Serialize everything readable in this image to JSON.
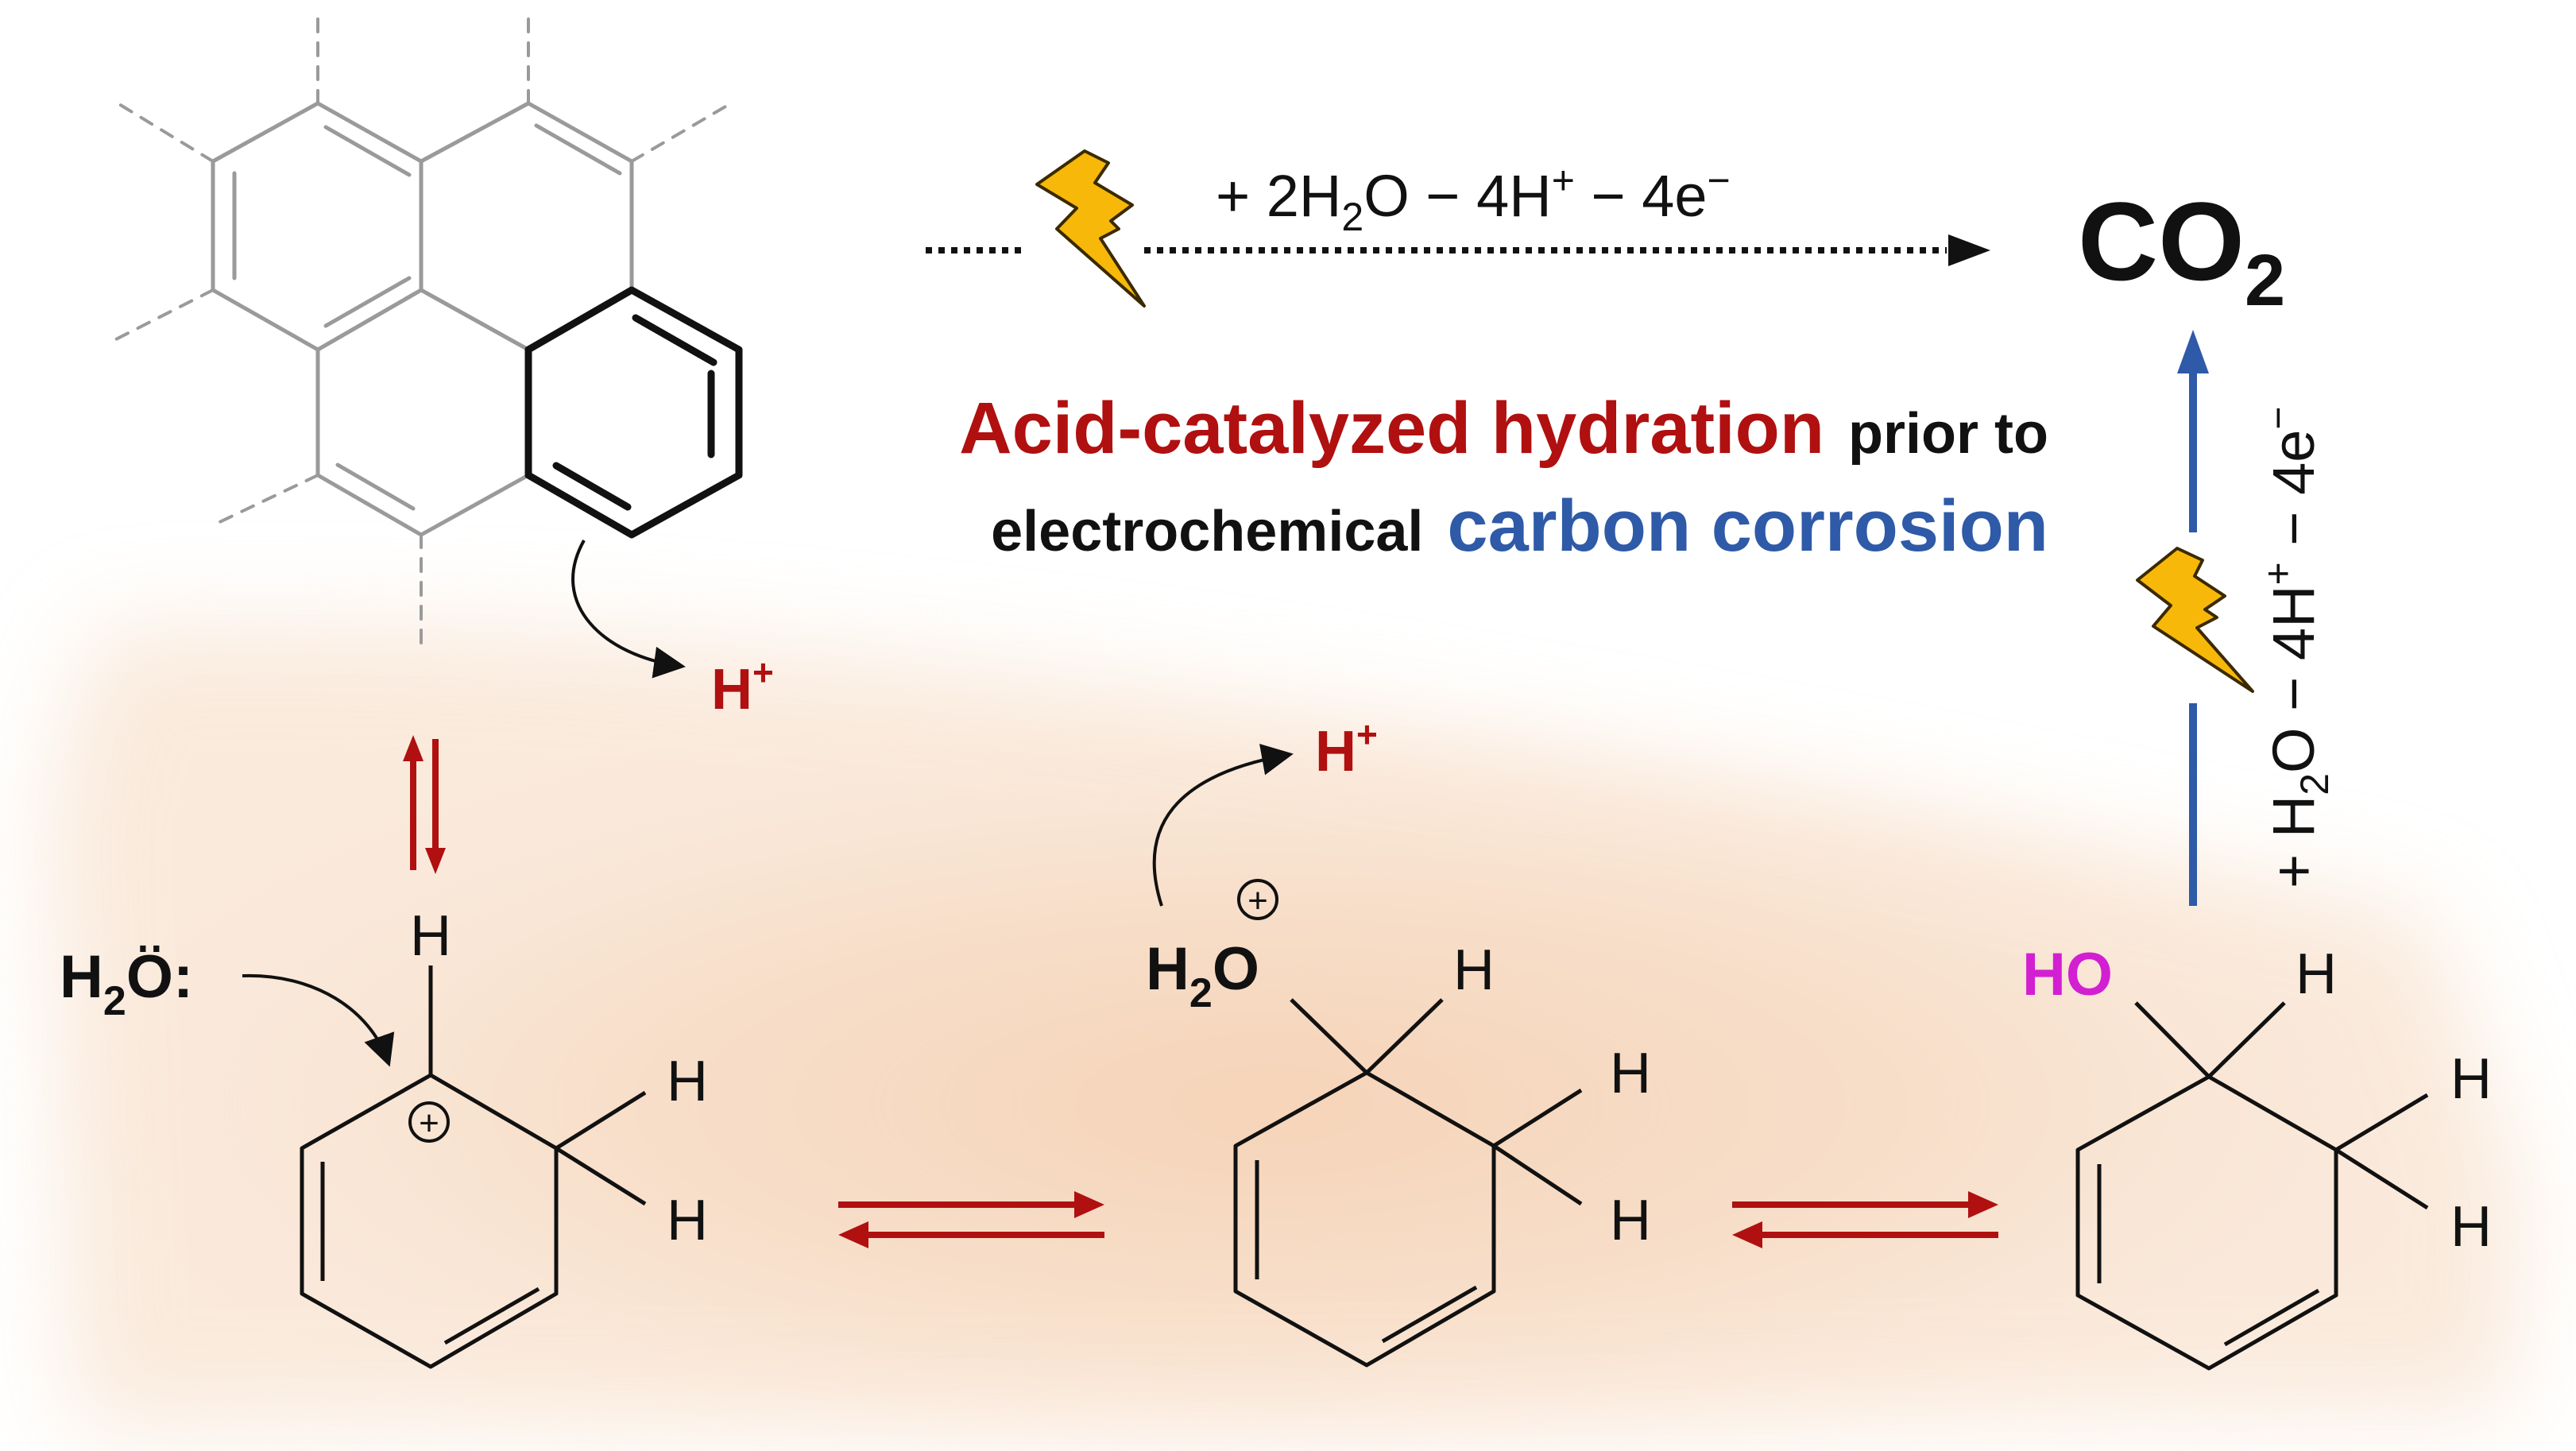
{
  "figure": {
    "top_reaction": {
      "prefix": "+ 2H",
      "sub": "2",
      "rest_a": "O − 4H",
      "sup": "+",
      "rest_b": " − 4e",
      "sup2": "−"
    },
    "product": {
      "main": "CO",
      "sub": "2"
    },
    "caption": {
      "red_part": "Acid-catalyzed hydration",
      "black_part_1": "prior to",
      "black_part_2": "electrochemical",
      "blue_part": "carbon corrosion"
    },
    "side_reaction": {
      "prefix": "+ H",
      "sub": "2",
      "rest_a": "O − 4H",
      "sup": "+",
      "rest_b": " − 4e",
      "sup2": "−"
    },
    "labels": {
      "proton_1": "H",
      "proton_1_sup": "+",
      "proton_2": "H",
      "proton_2_sup": "+",
      "water_h": "H",
      "water_sub": "2",
      "water_o": "Ö:",
      "h_top": "H",
      "h_upper": "H",
      "h_lower": "H",
      "plus_sign": "+",
      "oxonium_h": "H",
      "oxonium_sub": "2",
      "oxonium_o": "O",
      "oxonium_plus": "+",
      "mid_h_top": "H",
      "mid_h_upper": "H",
      "mid_h_lower": "H",
      "hydroxyl": "HO",
      "right_h_top": "H",
      "right_h_upper": "H",
      "right_h_lower": "H"
    },
    "colors": {
      "red": "#b01010",
      "blue": "#2e5aa8",
      "magenta": "#d21fd2",
      "bolt": "#f7b80a",
      "glow": "#f5c9a6",
      "ink": "#111111",
      "gray": "#9a9a9a"
    }
  }
}
